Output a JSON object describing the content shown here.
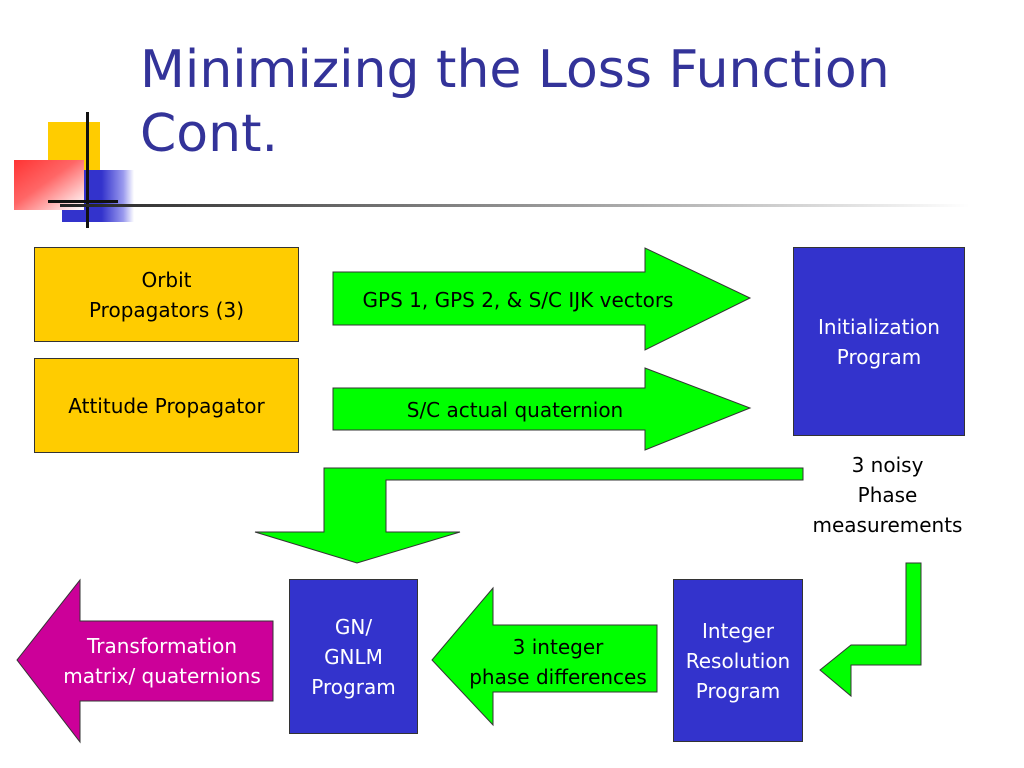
{
  "slide": {
    "title_line1": "Minimizing the Loss Function",
    "title_line2": "Cont."
  },
  "colors": {
    "title": "#333399",
    "input_box": "#ffcc00",
    "program_box": "#3333cc",
    "arrow": "#00ff00",
    "output_arrow": "#cc0099"
  },
  "boxes": {
    "orbit_propagators": "Orbit\nPropagators (3)",
    "attitude_propagator": "Attitude Propagator",
    "initialization_program": "Initialization\nProgram",
    "gn_gnlm_program": "GN/\nGNLM\nProgram",
    "integer_resolution_program": "Integer\nResolution\nProgram"
  },
  "arrows": {
    "gps_vectors": "GPS 1, GPS 2, & S/C IJK vectors",
    "actual_quaternion": "S/C actual quaternion",
    "noisy_phase": "3 noisy\nPhase\nmeasurements",
    "phase_differences": "3 integer\nphase differences",
    "output": "Transformation\nmatrix/ quaternions"
  }
}
